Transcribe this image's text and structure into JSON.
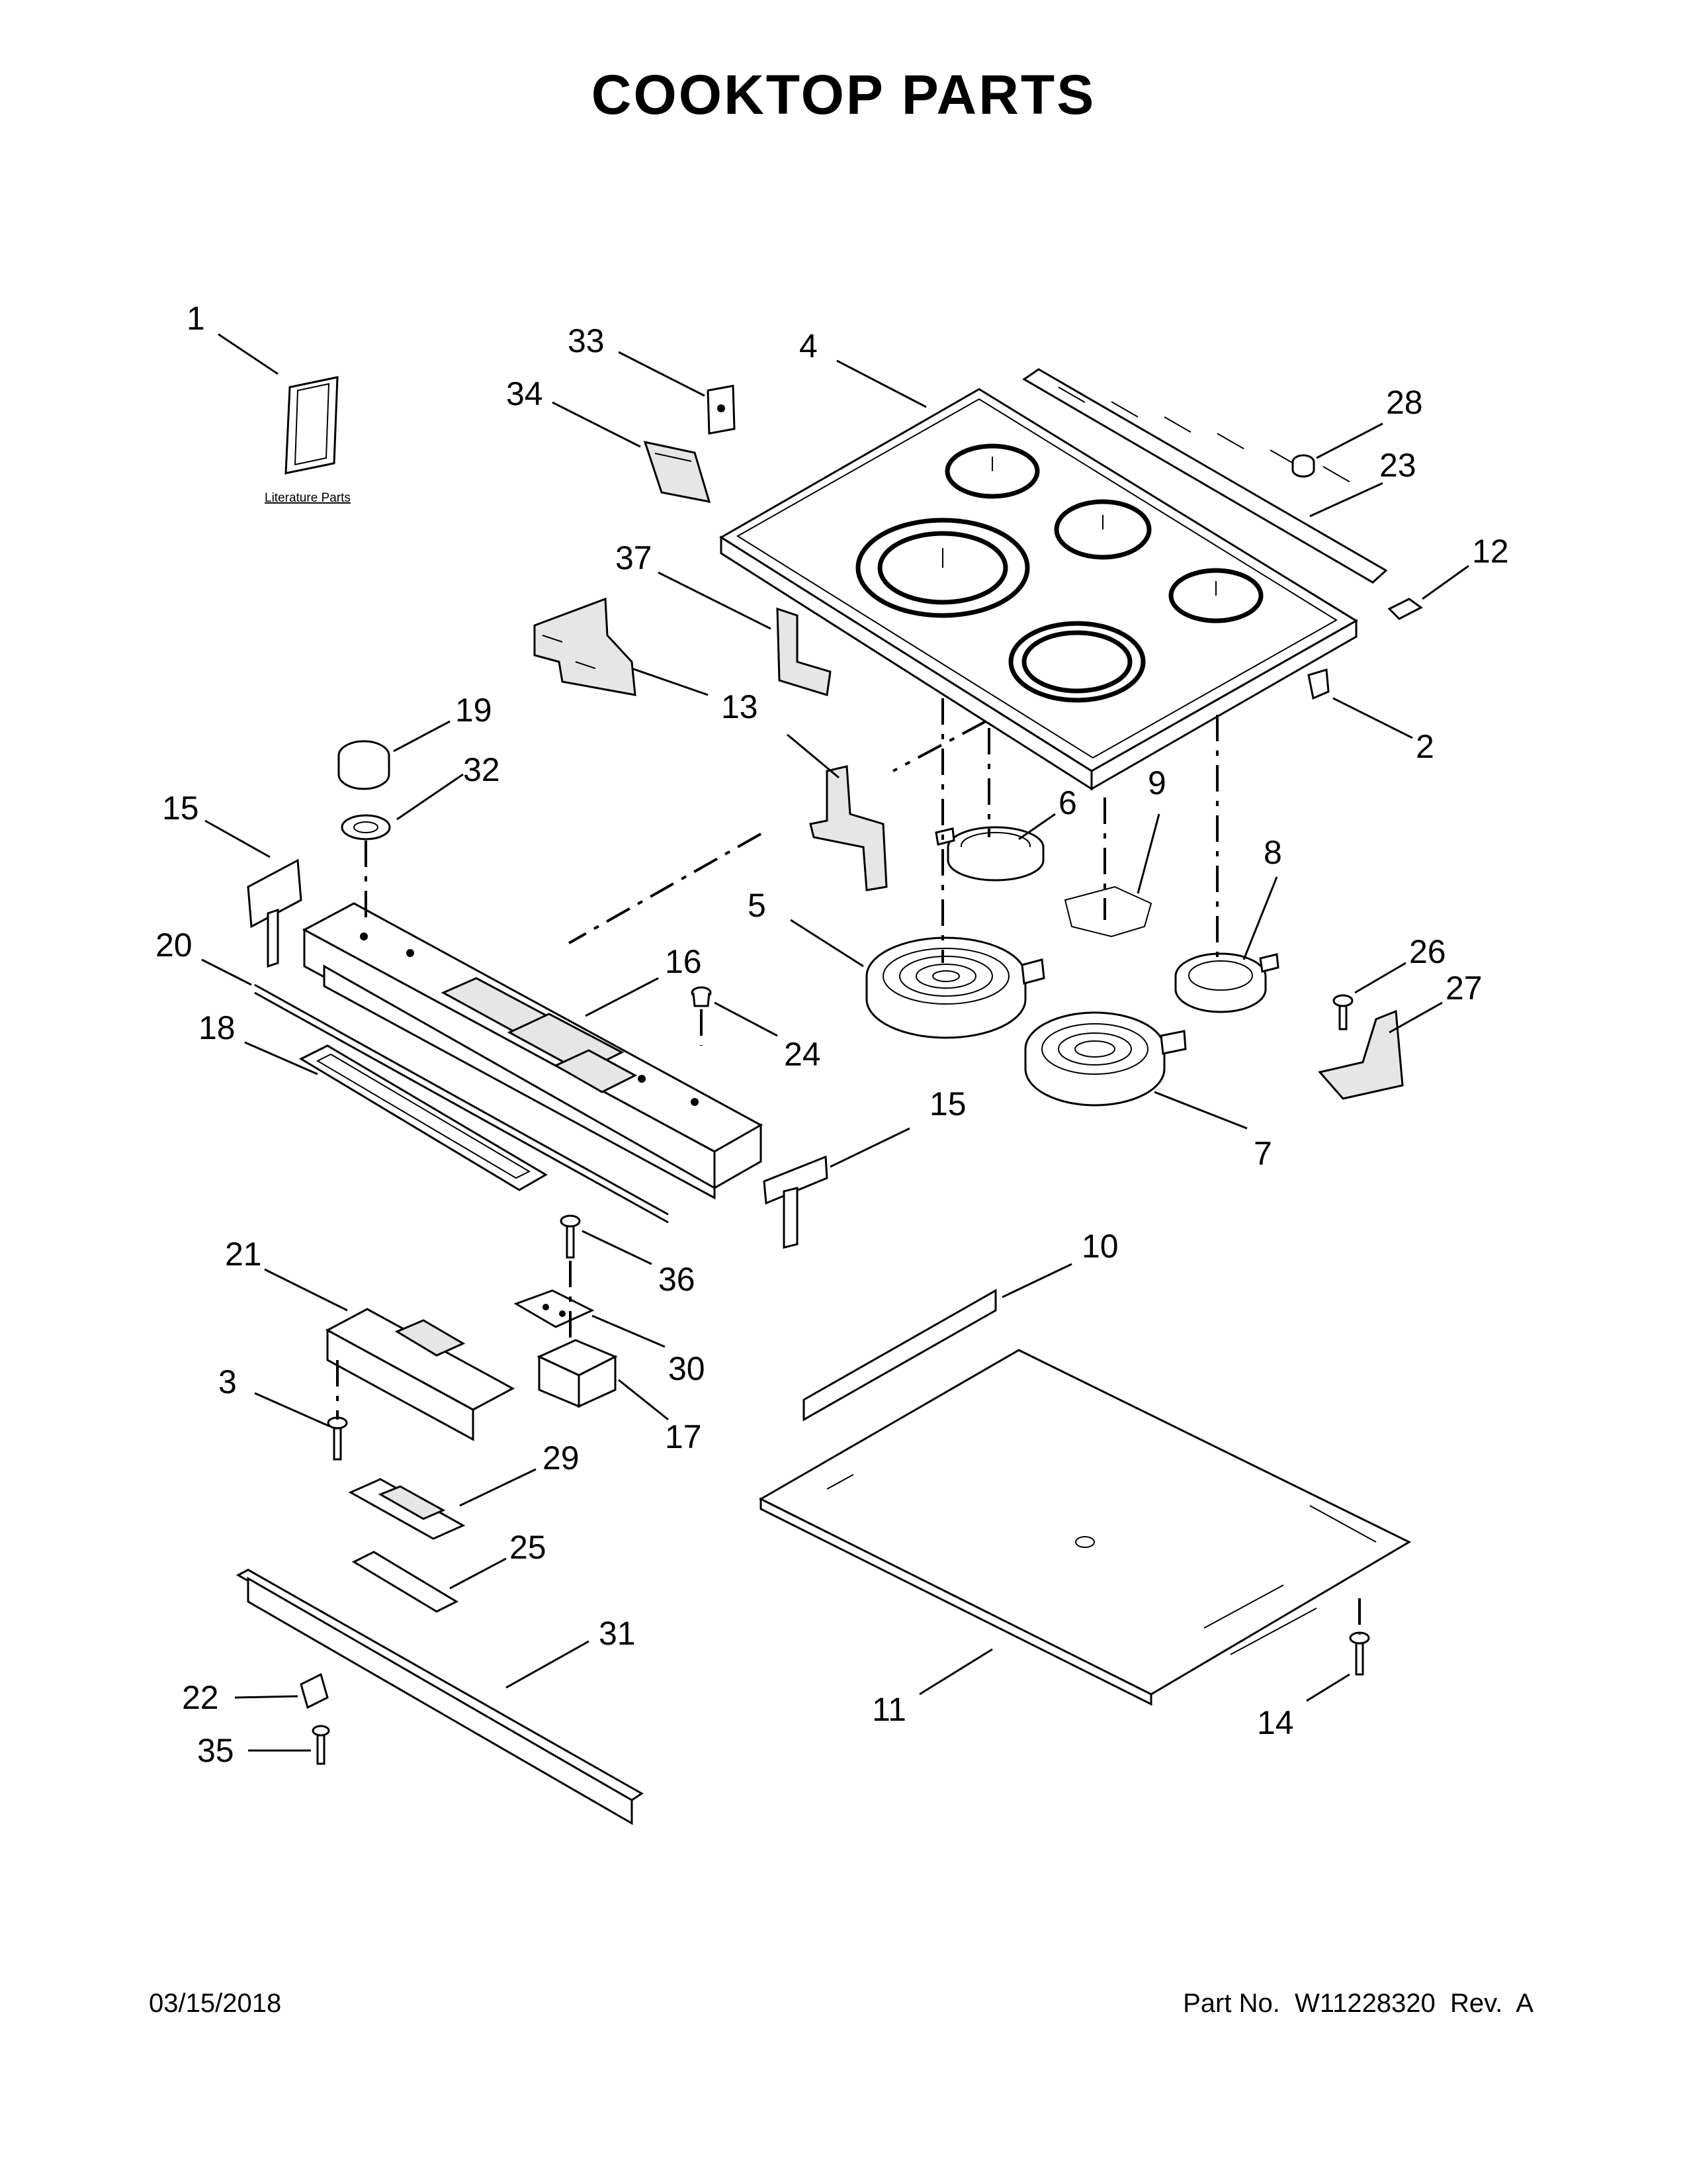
{
  "page": {
    "title": "COOKTOP PARTS",
    "date": "03/15/2018",
    "part_number": "Part No.  W11228320  Rev.  A"
  },
  "literature": {
    "label": "Literature Parts"
  },
  "callouts": [
    {
      "id": "c1",
      "label": "1"
    },
    {
      "id": "c33",
      "label": "33"
    },
    {
      "id": "c34",
      "label": "34"
    },
    {
      "id": "c4",
      "label": "4"
    },
    {
      "id": "c28",
      "label": "28"
    },
    {
      "id": "c23",
      "label": "23"
    },
    {
      "id": "c12",
      "label": "12"
    },
    {
      "id": "c37",
      "label": "37"
    },
    {
      "id": "c13a",
      "label": "13"
    },
    {
      "id": "c13b",
      "label": "13"
    },
    {
      "id": "c2",
      "label": "2"
    },
    {
      "id": "c19",
      "label": "19"
    },
    {
      "id": "c32",
      "label": "32"
    },
    {
      "id": "c15a",
      "label": "15"
    },
    {
      "id": "c6",
      "label": "6"
    },
    {
      "id": "c9",
      "label": "9"
    },
    {
      "id": "c8",
      "label": "8"
    },
    {
      "id": "c5",
      "label": "5"
    },
    {
      "id": "c20",
      "label": "20"
    },
    {
      "id": "c16",
      "label": "16"
    },
    {
      "id": "c26",
      "label": "26"
    },
    {
      "id": "c27",
      "label": "27"
    },
    {
      "id": "c18",
      "label": "18"
    },
    {
      "id": "c24",
      "label": "24"
    },
    {
      "id": "c7",
      "label": "7"
    },
    {
      "id": "c15b",
      "label": "15"
    },
    {
      "id": "c10",
      "label": "10"
    },
    {
      "id": "c21",
      "label": "21"
    },
    {
      "id": "c36",
      "label": "36"
    },
    {
      "id": "c30",
      "label": "30"
    },
    {
      "id": "c3",
      "label": "3"
    },
    {
      "id": "c17",
      "label": "17"
    },
    {
      "id": "c29",
      "label": "29"
    },
    {
      "id": "c25",
      "label": "25"
    },
    {
      "id": "c31",
      "label": "31"
    },
    {
      "id": "c11",
      "label": "11"
    },
    {
      "id": "c14",
      "label": "14"
    },
    {
      "id": "c22",
      "label": "22"
    },
    {
      "id": "c35",
      "label": "35"
    }
  ]
}
